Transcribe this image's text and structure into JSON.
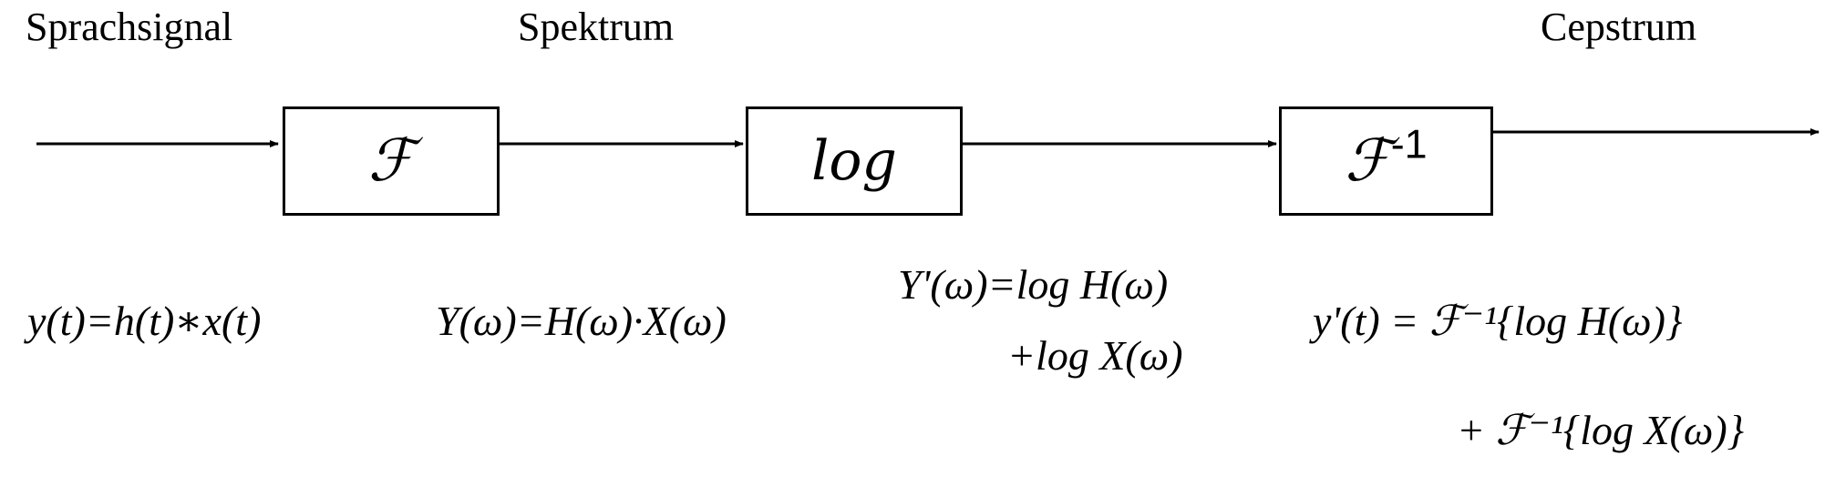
{
  "labels": {
    "signal": "Sprachsignal",
    "spectrum": "Spektrum",
    "cepstrum": "Cepstrum"
  },
  "blocks": {
    "fourier": "ℱ",
    "log": "log",
    "inverse_symbol": "ℱ",
    "inverse_exponent": "-1"
  },
  "equations": {
    "time": "y(t)=h(t)∗x(t)",
    "spectrum": "Y(ω)=H(ω)·X(ω)",
    "log_line1": "Y'(ω)=log H(ω)",
    "log_line2": "+log X(ω)",
    "cep_line1": "y'(t) = ℱ⁻¹{log H(ω)}",
    "cep_line2": "+ ℱ⁻¹{log X(ω)}"
  }
}
